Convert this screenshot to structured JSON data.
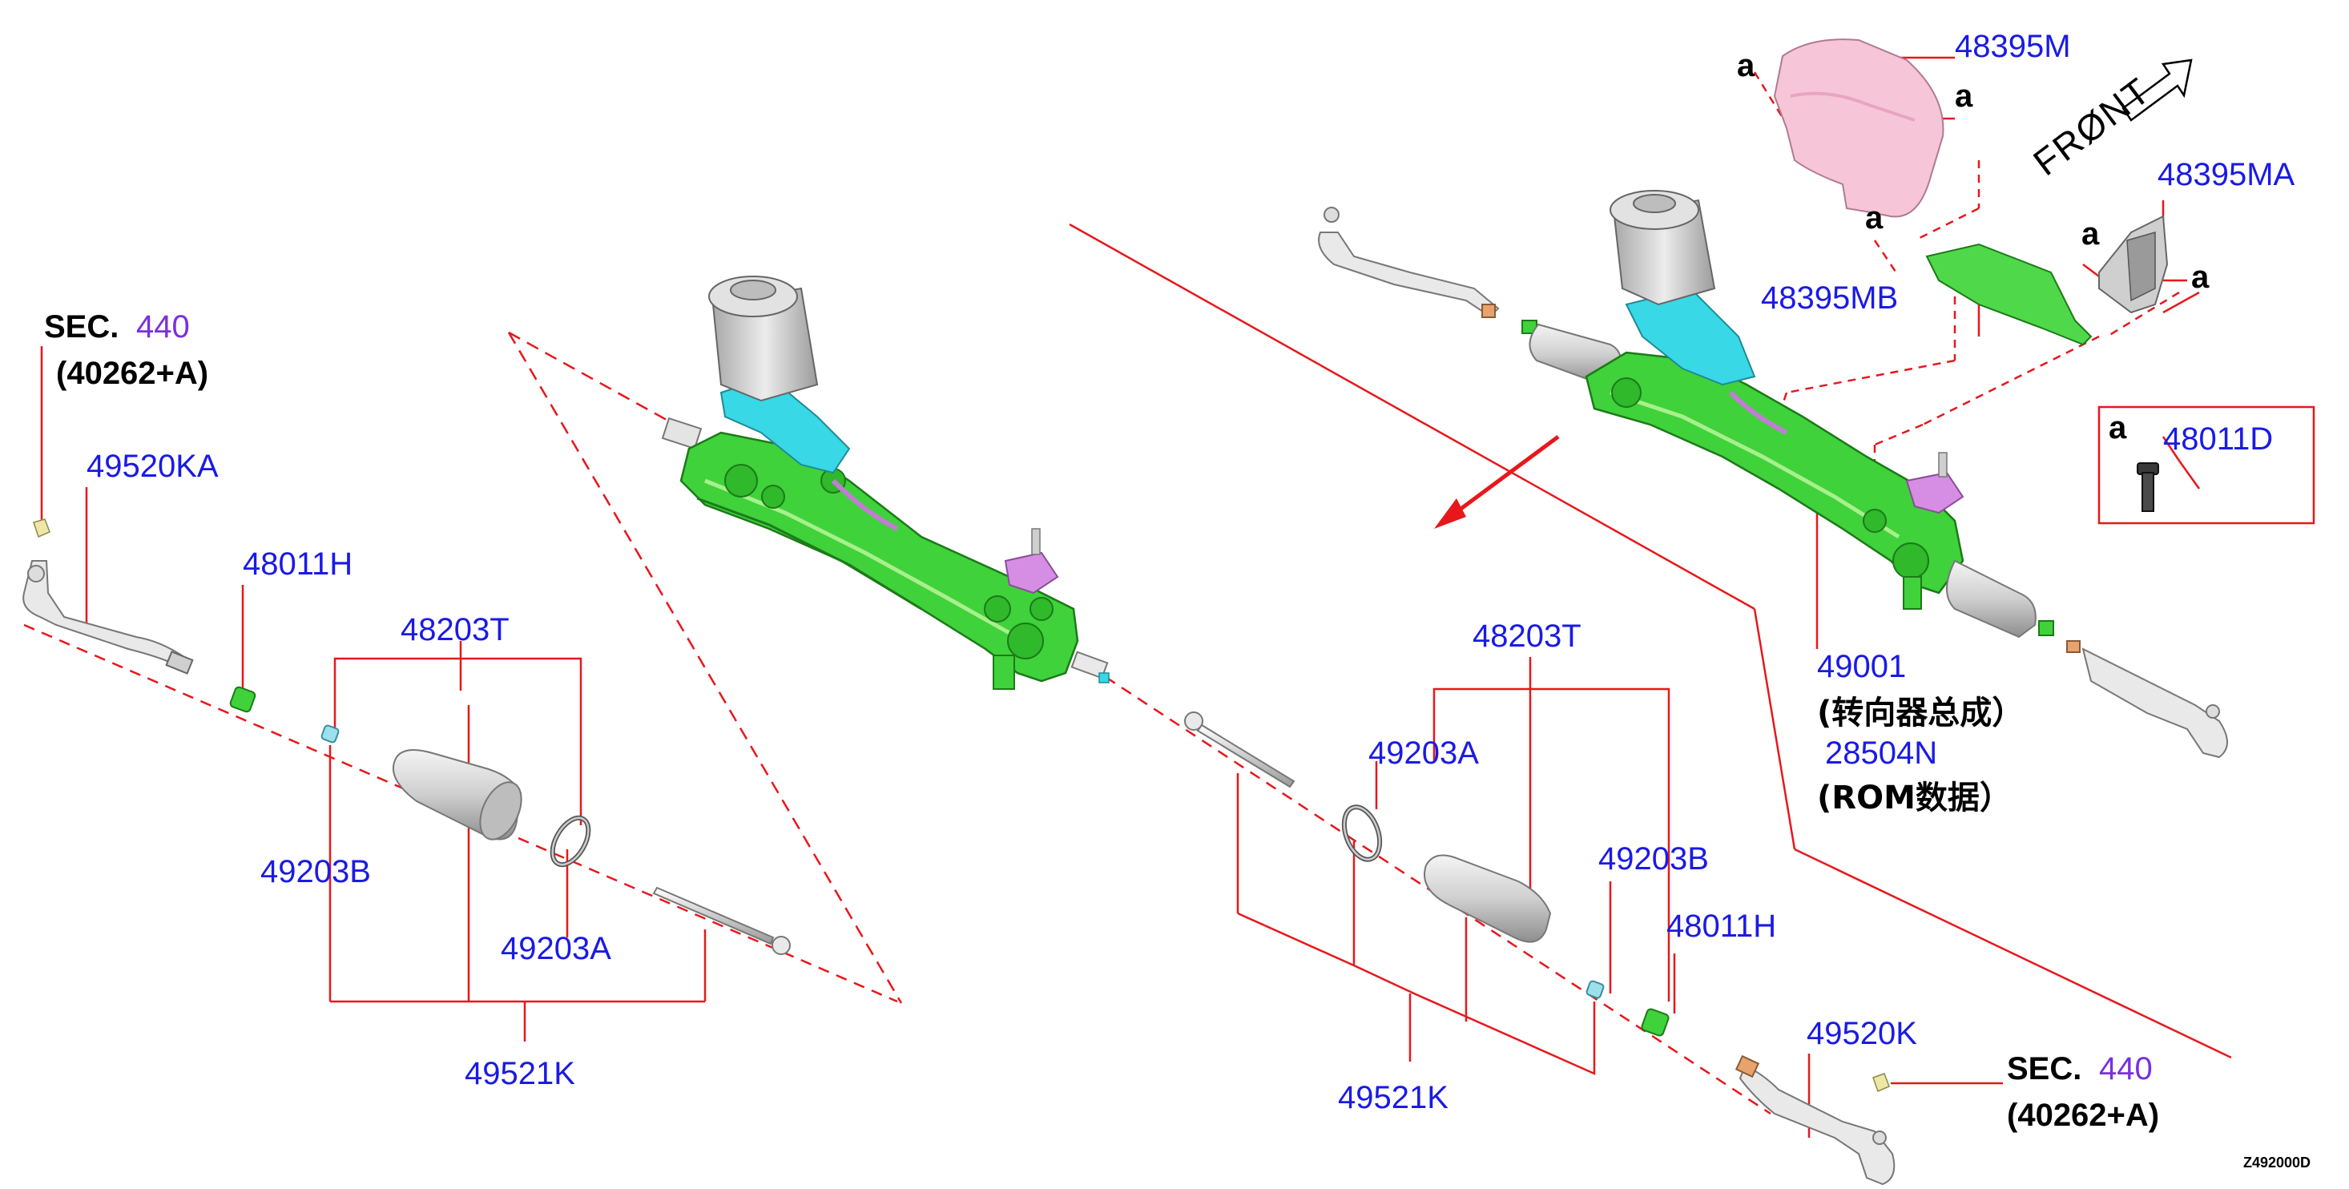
{
  "diagram": {
    "colors": {
      "leader": "#e8171b",
      "part_number": "#1a1ae6",
      "section_ref": "#7a2fe0",
      "rack_body": "#3fd23b",
      "motor": "#c9c9c9",
      "bracket_cyan": "#38d8e6",
      "cover_pink": "#f6c6d8",
      "plate_green": "#4fd94a"
    },
    "left": {
      "sec_label": "SEC.",
      "sec_number": "440",
      "sec_ref": "(40262+A)",
      "tie_rod_end": "49520KA",
      "lock_nut": "48011H",
      "boot_kit": "48203T",
      "clamp_small": "49203B",
      "clamp_large": "49203A",
      "inner_socket": "49521K"
    },
    "right": {
      "boot_kit": "48203T",
      "clamp_large": "49203A",
      "clamp_small": "49203B",
      "lock_nut": "48011H",
      "tie_rod_end": "49520K",
      "inner_socket": "49521K",
      "sec_label": "SEC.",
      "sec_number": "440",
      "sec_ref": "(40262+A)"
    },
    "assembly": {
      "part": "49001",
      "part_desc": "(转向器总成）",
      "rom_part": "28504N",
      "rom_desc": "(ROM数据）"
    },
    "top_right": {
      "cover": "48395M",
      "bracket": "48395MA",
      "plate": "48395MB",
      "bolt": "48011D",
      "front_label": "FRØNT",
      "marks": [
        "a",
        "a",
        "a",
        "a",
        "a",
        "a"
      ]
    },
    "figure_code": "Z492000D"
  }
}
